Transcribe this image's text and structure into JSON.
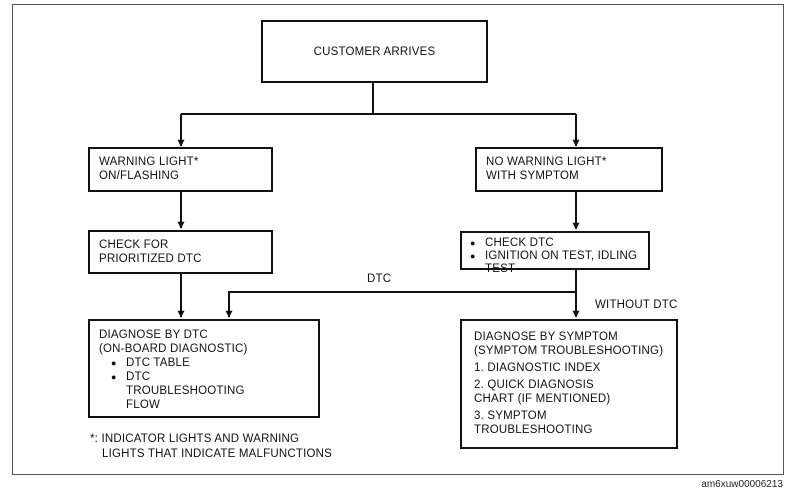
{
  "nodes": {
    "customer_arrives": "CUSTOMER ARRIVES",
    "warning_light": [
      "WARNING LIGHT*",
      "ON/FLASHING"
    ],
    "no_warning_light": [
      "NO WARNING LIGHT*",
      "WITH SYMPTOM"
    ],
    "check_prioritized": [
      "CHECK FOR",
      "PRIORITIZED DTC"
    ],
    "check_dtc": {
      "items": [
        "CHECK DTC",
        "IGNITION ON TEST, IDLING TEST"
      ]
    },
    "diagnose_dtc": {
      "lines": [
        "DIAGNOSE BY DTC",
        "(ON-BOARD DIAGNOSTIC)"
      ],
      "items": [
        "DTC TABLE",
        "DTC TROUBLESHOOTING FLOW"
      ]
    },
    "diagnose_symptom": {
      "lines": [
        "DIAGNOSE BY SYMPTOM",
        "(SYMPTOM TROUBLESHOOTING)"
      ],
      "items": [
        "1. DIAGNOSTIC INDEX",
        "2. QUICK DIAGNOSIS CHART (IF MENTIONED)",
        "3. SYMPTOM TROUBLESHOOTING"
      ]
    }
  },
  "edge_labels": {
    "dtc": "DTC",
    "without_dtc": "WITHOUT DTC"
  },
  "footnote": [
    "*: INDICATOR LIGHTS AND WARNING",
    "LIGHTS THAT INDICATE MALFUNCTIONS"
  ],
  "figure_code": "am6xuw00006213"
}
